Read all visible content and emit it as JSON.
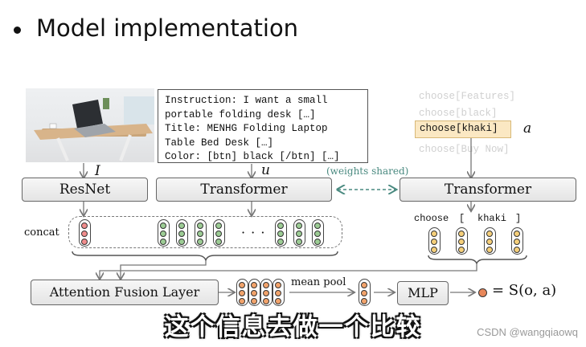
{
  "title": "Model implementation",
  "instruction_lines": [
    "Instruction: I want a small",
    "portable folding desk […]",
    "Title: MENHG Folding Laptop",
    "Table Bed Desk […]",
    "Color: [btn] black [/btn] […]"
  ],
  "actions": [
    "choose[Features]",
    "choose[black]",
    "choose[khaki]",
    "choose[Buy Now]"
  ],
  "selected_action_index": 2,
  "symbols": {
    "image": "I",
    "text": "u",
    "action": "a"
  },
  "boxes": {
    "resnet": "ResNet",
    "transformer_left": "Transformer",
    "transformer_right": "Transformer",
    "fusion": "Attention Fusion Layer",
    "mlp": "MLP"
  },
  "labels": {
    "weights_shared": "(weights shared)",
    "concat": "concat",
    "ellipsis": "· · ·",
    "mean_pool": "mean pool",
    "output": "= S(o, a)"
  },
  "tokens": [
    "choose",
    "[",
    "khaki",
    "]"
  ],
  "colors": {
    "red_chip": "#f08c8c",
    "green_chip": "#9ccc94",
    "yellow_chip": "#f5cf7a",
    "orange_chip": "#f2a36b",
    "teal_arrow": "#4a8a80",
    "output_dot": "#e8875a"
  },
  "subtitle": "这个信息去做一个比较",
  "watermark": "CSDN @wangqiaowq"
}
